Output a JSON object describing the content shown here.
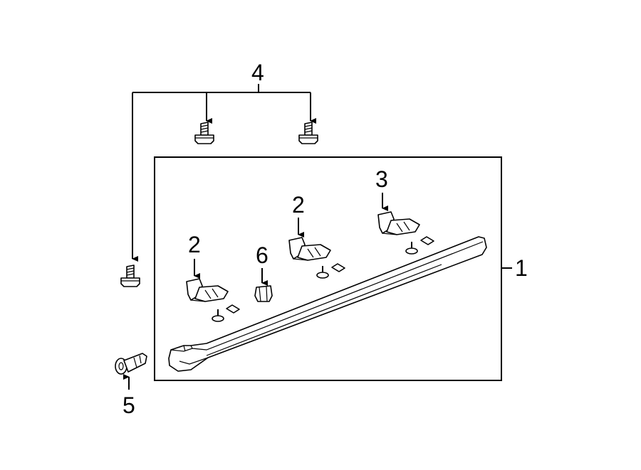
{
  "diagram": {
    "callouts": {
      "c1": "1",
      "c2a": "2",
      "c2b": "2",
      "c3": "3",
      "c4": "4",
      "c5": "5",
      "c6": "6"
    }
  }
}
